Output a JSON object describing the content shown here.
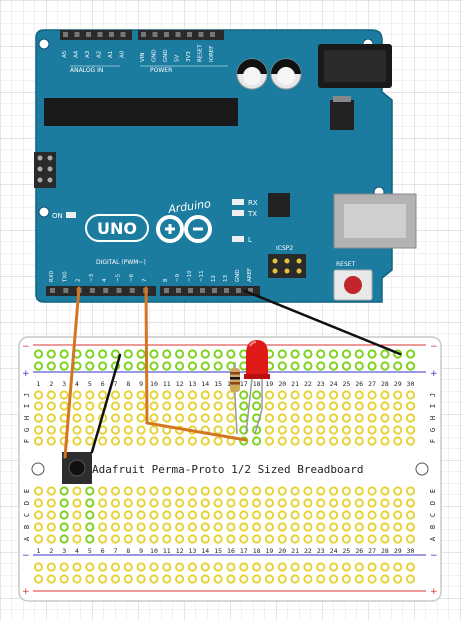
{
  "arduino": {
    "logo_text": "Arduino",
    "model": "UNO",
    "on_label": "ON",
    "tx_label": "TX",
    "rx_label": "RX",
    "l_label": "L",
    "icsp_label": "ICSP",
    "icsp2_label": "ICSP2",
    "reset_label": "RESET",
    "analog_label": "ANALOG IN",
    "power_label": "POWER",
    "digital_label": "DIGITAL (PWM~)",
    "analog_pins": [
      "A5",
      "A4",
      "A3",
      "A2",
      "A1",
      "A0"
    ],
    "power_pins": [
      "VIN",
      "GND",
      "GND",
      "5V",
      "3V3",
      "RESET",
      "IOREF"
    ],
    "digital_pins": [
      "RX0",
      "TX0",
      "2",
      "~3",
      "4",
      "~5",
      "~6",
      "7",
      "8",
      "~9",
      "~10",
      "~11",
      "12",
      "13",
      "GND",
      "AREF"
    ],
    "colors": {
      "board": "#1b7ca0",
      "board_dark": "#13617f",
      "header": "#2a2a2a"
    }
  },
  "breadboard": {
    "title": "Adafruit Perma-Proto 1/2 Sized Breadboard",
    "column_numbers": [
      "1",
      "2",
      "3",
      "4",
      "5",
      "6",
      "7",
      "8",
      "9",
      "10",
      "11",
      "12",
      "13",
      "14",
      "15",
      "16",
      "17",
      "18",
      "19",
      "20",
      "21",
      "22",
      "23",
      "24",
      "25",
      "26",
      "27",
      "28",
      "29",
      "30"
    ],
    "row_letters_top": [
      "J",
      "I",
      "H",
      "G",
      "F"
    ],
    "row_letters_bottom": [
      "E",
      "D",
      "C",
      "B",
      "A"
    ],
    "rail_minus": "−",
    "rail_plus": "+",
    "colors": {
      "hole": "#e8d23a",
      "active": "#7ed321",
      "rail_red": "#d33",
      "rail_blue": "#33c"
    }
  },
  "components": {
    "led_color": "#e01919",
    "resistor_color": "#c9a86a",
    "button_color": "#333333"
  },
  "wires": {
    "orange": "#d4761f",
    "black": "#111111"
  }
}
